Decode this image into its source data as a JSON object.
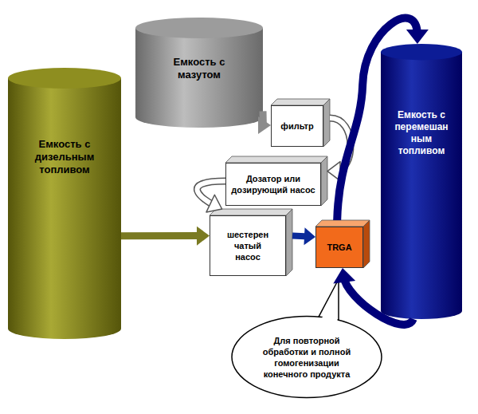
{
  "diagram": {
    "nodes": [
      {
        "text": [
          "Емкость с мазутом"
        ]
      },
      {
        "text": [
          "Емкость с дизельным топливом"
        ]
      },
      {
        "text": [
          "Емкость с перемешан ным топливом"
        ]
      },
      {
        "text": [
          "фильтр"
        ]
      },
      {
        "text": [
          "Дозатор или дозирующий насос"
        ]
      },
      {
        "text": [
          "шестерен чатый насос"
        ]
      },
      {
        "text": [
          "TRGA"
        ]
      },
      {
        "text": [
          "Для повторной обработки и полной гомогенизации конечного продукта"
        ]
      }
    ],
    "edges": [
      {
        "from": 0,
        "to": 3,
        "arrow": "to"
      },
      {
        "from": 3,
        "to": 4,
        "arrow": "to"
      },
      {
        "from": 4,
        "to": 5,
        "arrow": "to"
      },
      {
        "from": 1,
        "to": 5,
        "arrow": "to"
      },
      {
        "from": 5,
        "to": 6,
        "arrow": "to"
      },
      {
        "from": 6,
        "to": 2,
        "arrow": "to"
      },
      {
        "from": 2,
        "to": 6,
        "arrow": "to"
      }
    ]
  }
}
